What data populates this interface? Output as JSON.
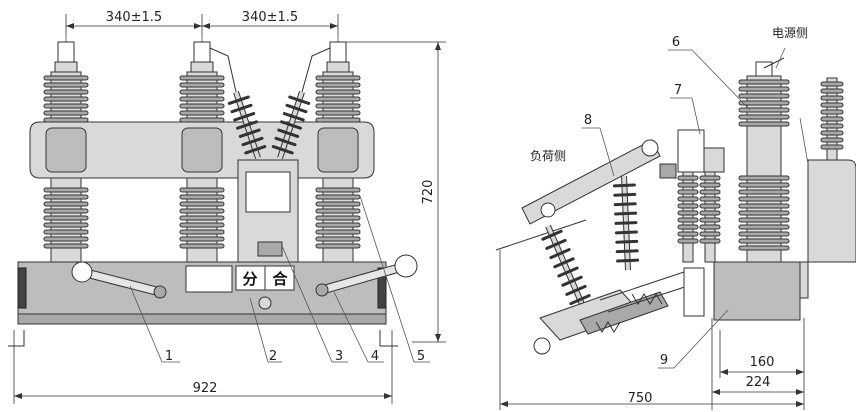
{
  "front_view": {
    "dim_top_left": "340±1.5",
    "dim_top_right": "340±1.5",
    "dim_height": "720",
    "dim_width": "922",
    "sign_open": "分",
    "sign_close": "合",
    "callouts": [
      "1",
      "2",
      "3",
      "4",
      "5"
    ]
  },
  "side_view": {
    "label_source_side": "电源侧",
    "label_load_side": "负荷侧",
    "callouts": [
      "6",
      "7",
      "8",
      "9"
    ],
    "dim_inner": "160",
    "dim_outer": "224",
    "dim_total": "750"
  }
}
